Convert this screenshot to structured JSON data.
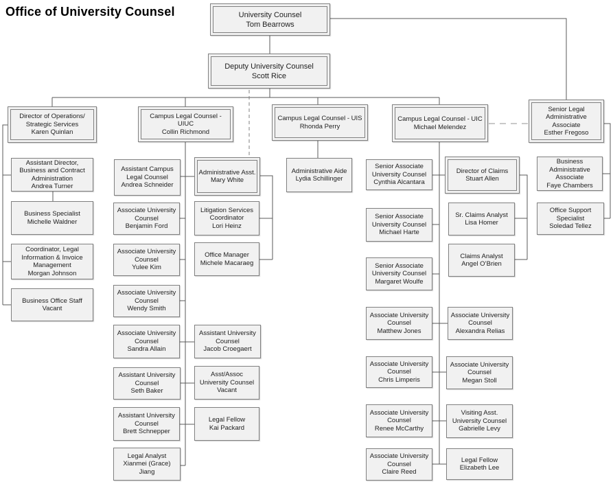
{
  "title": "Office of University Counsel",
  "colors": {
    "box_fill": "#f1f1f1",
    "box_border": "#7f7f7f",
    "connector": "#595959",
    "dashed_connector": "#7f7f7f",
    "light_dashed_connector": "#c9c9c9"
  },
  "nodes": {
    "uc": {
      "role": "University Counsel",
      "person": "Tom Bearrows"
    },
    "deputy": {
      "role": "Deputy University Counsel",
      "person": "Scott Rice"
    },
    "quinlan": {
      "role": "Director of Operations/ Strategic Services",
      "person": "Karen Quinlan"
    },
    "richmond": {
      "role": "Campus Legal Counsel - UIUC",
      "person": "Collin Richmond"
    },
    "perry": {
      "role": "Campus Legal Counsel - UIS",
      "person": "Rhonda Perry"
    },
    "melendez": {
      "role": "Campus Legal Counsel - UIC",
      "person": "Michael Melendez"
    },
    "fregoso": {
      "role": "Senior Legal Administrative Associate",
      "person": "Esther Fregoso"
    },
    "turner": {
      "role": "Assistant Director, Business and Contract Administration",
      "person": "Andrea Turner"
    },
    "waldner": {
      "role": "Business Specialist",
      "person": "Michelle Waldner"
    },
    "johnson": {
      "role": "Coordinator, Legal Information & Invoice Management",
      "person": "Morgan Johnson"
    },
    "bos": {
      "role": "Business Office Staff",
      "person": "Vacant"
    },
    "schneider": {
      "role": "Assistant Campus Legal Counsel",
      "person": "Andrea Schneider"
    },
    "white": {
      "role": "Administrative Asst.",
      "person": "Mary White"
    },
    "ford": {
      "role": "Associate University Counsel",
      "person": "Benjamin Ford"
    },
    "heinz": {
      "role": "Litigation Services Coordinator",
      "person": "Lori Heinz"
    },
    "kim": {
      "role": "Associate University Counsel",
      "person": "Yulee Kim"
    },
    "macaraeg": {
      "role": "Office Manager",
      "person": "Michele Macaraeg"
    },
    "smith": {
      "role": "Associate University Counsel",
      "person": "Wendy Smith"
    },
    "allain": {
      "role": "Associate University Counsel",
      "person": "Sandra Allain"
    },
    "croegaert": {
      "role": "Assistant University Counsel",
      "person": "Jacob Croegaert"
    },
    "baker": {
      "role": "Assistant University Counsel",
      "person": "Seth Baker"
    },
    "vacant_counsel": {
      "role": "Asst/Assoc University Counsel",
      "person": "Vacant"
    },
    "schnepper": {
      "role": "Assistant University Counsel",
      "person": "Brett Schnepper"
    },
    "packard": {
      "role": "Legal Fellow",
      "person": "Kai Packard"
    },
    "jiang": {
      "role": "Legal Analyst",
      "person": "Xianmei (Grace) Jiang"
    },
    "schillinger": {
      "role": "Administrative Aide",
      "person": "Lydia Schillinger"
    },
    "alcantara": {
      "role": "Senior Associate University Counsel",
      "person": "Cynthia Alcantara"
    },
    "harte": {
      "role": "Senior Associate University Counsel",
      "person": "Michael Harte"
    },
    "woulfe": {
      "role": "Senior Associate University Counsel",
      "person": "Margaret Woulfe"
    },
    "jones": {
      "role": "Associate University Counsel",
      "person": "Matthew Jones"
    },
    "limperis": {
      "role": "Associate University Counsel",
      "person": "Chris Limperis"
    },
    "mccarthy": {
      "role": "Associate University Counsel",
      "person": "Renee McCarthy"
    },
    "reed": {
      "role": "Associate University Counsel",
      "person": "Claire Reed"
    },
    "allen": {
      "role": "Director of Claims",
      "person": "Stuart Allen"
    },
    "homer": {
      "role": "Sr. Claims Analyst",
      "person": "Lisa Homer"
    },
    "obrien": {
      "role": "Claims Analyst",
      "person": "Angel O’Brien"
    },
    "relias": {
      "role": "Associate University Counsel",
      "person": "Alexandra Relias"
    },
    "stoll": {
      "role": "Associate University Counsel",
      "person": "Megan Stoll"
    },
    "levy": {
      "role": "Visiting Asst. University Counsel",
      "person": "Gabrielle Levy"
    },
    "lee": {
      "role": "Legal Fellow",
      "person": "Elizabeth Lee"
    },
    "chambers": {
      "role": "Business Administrative Associate",
      "person": "Faye Chambers"
    },
    "tellez": {
      "role": "Office Support Specialist",
      "person": "Soledad Tellez"
    }
  }
}
